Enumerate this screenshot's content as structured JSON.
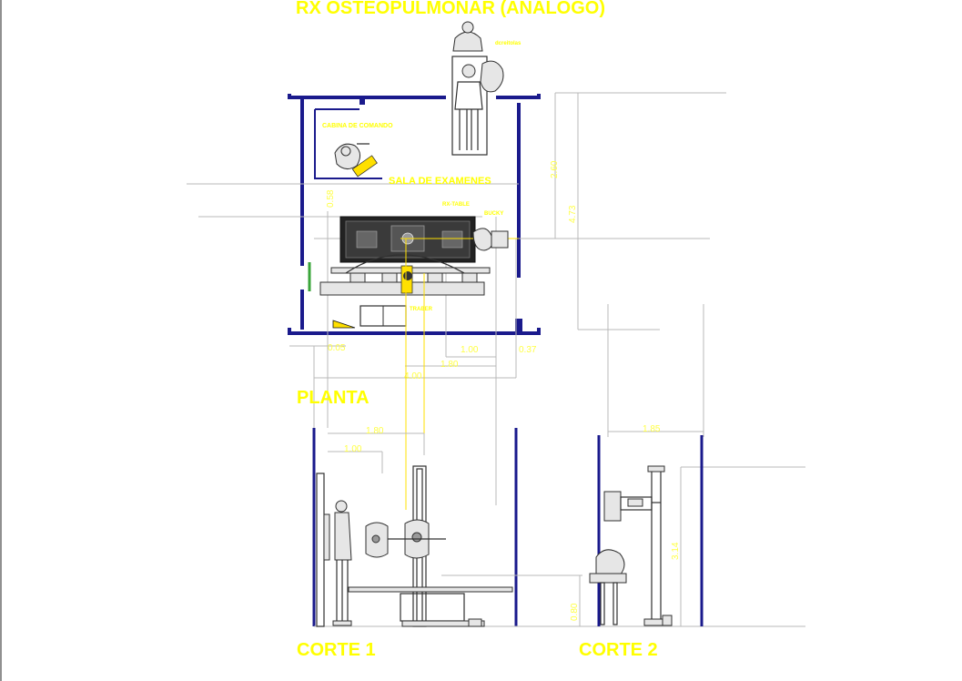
{
  "title": "RX OSTEOPULMONAR  (ANALOGO)",
  "plan": {
    "label": "PLANTA",
    "room_label": "SALA DE EXAMENES",
    "cabin_label": "CABINA DE COMANDO",
    "equipment_labels": {
      "top_right_person": "dcreitolas",
      "rx_table": "RX-TABLE",
      "bucky": "BUCKY",
      "lower": "TRABER"
    },
    "dimensions": {
      "d_058": "0.58",
      "d_260": "2.60",
      "d_473": "4.73",
      "d_005": "0.05",
      "d_100": "1.00",
      "d_037": "0.37",
      "d_180": "1.80",
      "d_400": "4.00"
    }
  },
  "sections": {
    "corte1": {
      "label": "CORTE 1",
      "dimensions": {
        "d_180": "1.80",
        "d_100": "1.00"
      }
    },
    "corte2": {
      "label": "CORTE 2",
      "dimensions": {
        "d_185": "1.85",
        "d_314": "3.14",
        "d_080": "0.80"
      }
    }
  },
  "colors": {
    "background": "#ffffff",
    "text": "#ffff00",
    "walls": "#1a1a8c",
    "guides": "#b8b8b8",
    "equipment": "#303030"
  }
}
